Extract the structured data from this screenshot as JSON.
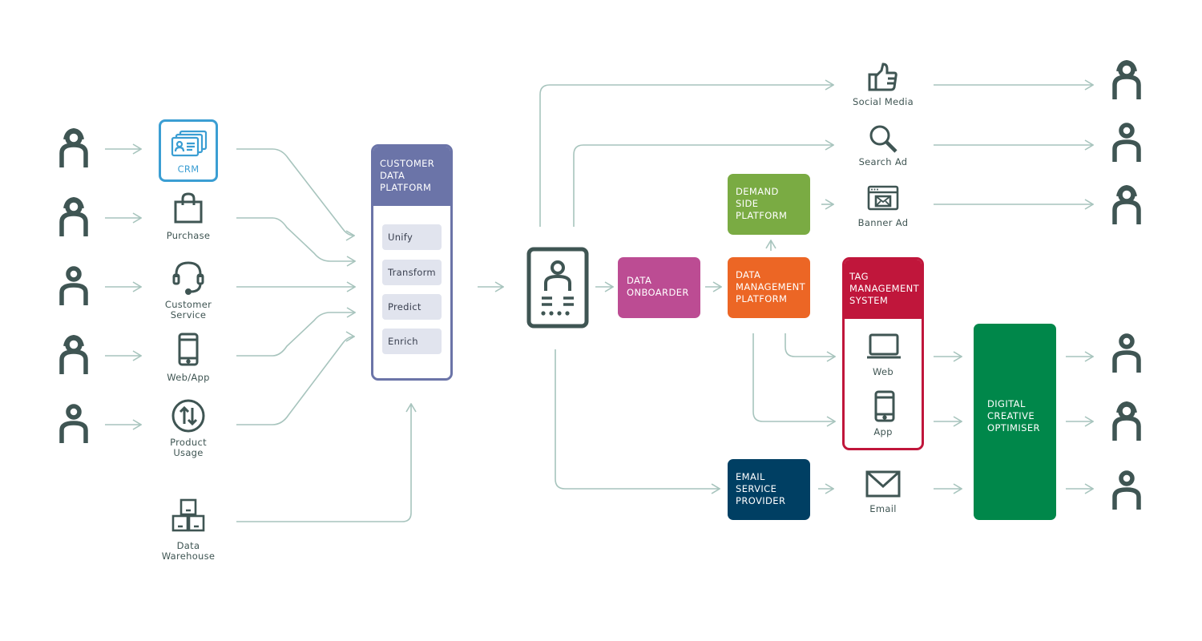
{
  "colors": {
    "line": "#a7c4bd",
    "icon": "#3f5553",
    "crm": "#3b9ed3",
    "cdp": "#6b74a8",
    "pill": "#e1e4ee",
    "onboarder": "#bc4c93",
    "dmp": "#ec6625",
    "dsp": "#7aab43",
    "tms": "#c0163b",
    "esp": "#003f63",
    "dco": "#00874a"
  },
  "sources": [
    {
      "label": "CRM",
      "icon": "id-cards-icon"
    },
    {
      "label": "Purchase",
      "icon": "shopping-bag-icon"
    },
    {
      "label": "Customer\nService",
      "icon": "headset-icon"
    },
    {
      "label": "Web/App",
      "icon": "smartphone-icon"
    },
    {
      "label": "Product\nUsage",
      "icon": "up-down-arrows-icon"
    },
    {
      "label": "Data\nWarehouse",
      "icon": "boxes-icon"
    }
  ],
  "cdp": {
    "title": "CUSTOMER\nDATA\nPLATFORM",
    "steps": [
      "Unify",
      "Transform",
      "Predict",
      "Enrich"
    ]
  },
  "hub": {
    "icon": "customer-profile-card-icon"
  },
  "onboarder": {
    "title": "DATA\nONBOARDER"
  },
  "dmp": {
    "title": "DATA\nMANAGEMENT\nPLATFORM"
  },
  "dsp": {
    "title": "DEMAND\nSIDE\nPLATFORM"
  },
  "tms": {
    "title": "TAG\nMANAGEMENT\nSYSTEM",
    "channels": [
      {
        "label": "Web",
        "icon": "laptop-icon"
      },
      {
        "label": "App",
        "icon": "smartphone-icon"
      }
    ]
  },
  "esp": {
    "title": "EMAIL\nSERVICE\nPROVIDER"
  },
  "dco": {
    "title": "DIGITAL\nCREATIVE\nOPTIMISER"
  },
  "channels": [
    {
      "label": "Social Media",
      "icon": "thumbs-up-icon"
    },
    {
      "label": "Search Ad",
      "icon": "magnifier-icon"
    },
    {
      "label": "Banner Ad",
      "icon": "browser-window-icon"
    },
    {
      "label": "Email",
      "icon": "envelope-icon"
    }
  ]
}
